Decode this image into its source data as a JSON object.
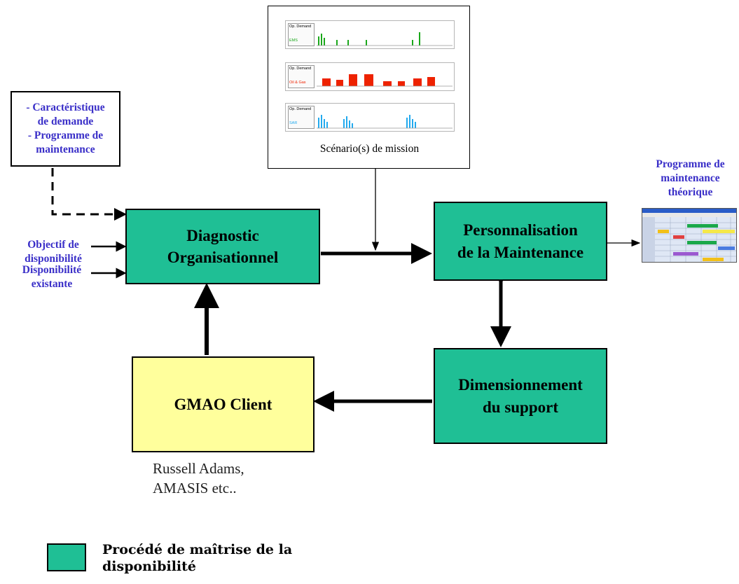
{
  "inputs_box": {
    "line1": "- Caractéristique",
    "line2": "de demande",
    "line3": "- Programme de",
    "line4": "maintenance"
  },
  "labels": {
    "objectif_line1": "Objectif de",
    "objectif_line2": "disponibilité",
    "dispo_line1": "Disponibilité",
    "dispo_line2": "existante",
    "programme_line1": "Programme de",
    "programme_line2": "maintenance",
    "programme_line3": "théorique"
  },
  "mission": {
    "caption": "Scénario(s) de mission",
    "panels": [
      {
        "tag": "Op. Demand",
        "label": "EMS",
        "color": "#1aa81a"
      },
      {
        "tag": "Op. Demand",
        "label": "Oil & Gas",
        "color": "#ee2200"
      },
      {
        "tag": "Op. Demand",
        "label": "SAR",
        "color": "#22aaee"
      }
    ]
  },
  "processes": {
    "diagnostic_line1": "Diagnostic",
    "diagnostic_line2": "Organisationnel",
    "perso_line1": "Personnalisation",
    "perso_line2": "de la Maintenance",
    "dim_line1": "Dimensionnement",
    "dim_line2": "du support",
    "client": "GMAO Client"
  },
  "client_examples": {
    "line1": "Russell Adams,",
    "line2": "AMASIS etc.."
  },
  "legend": {
    "line1": "Procédé de maîtrise de la",
    "line2": "disponibilité"
  },
  "colors": {
    "process": "#1fbf95",
    "client": "#ffff9c",
    "label_blue": "#3a2fc8"
  }
}
